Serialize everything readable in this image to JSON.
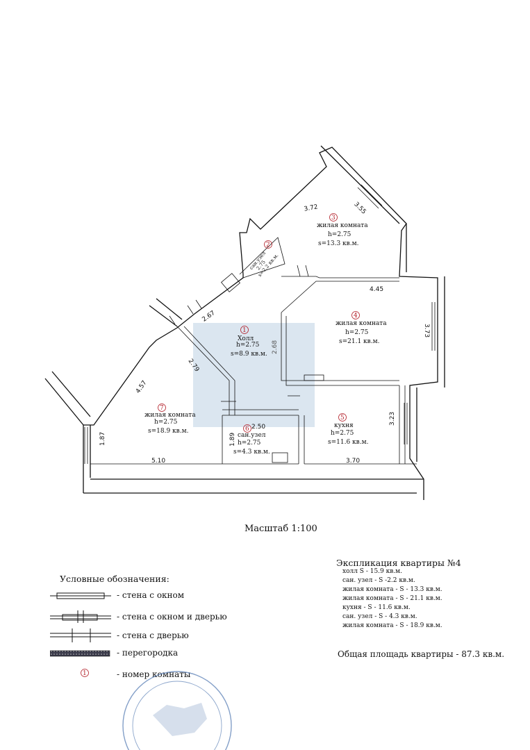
{
  "plan": {
    "dimensions": [
      "3.72",
      "3.55",
      "4.45",
      "3.73",
      "2.67",
      "2.68",
      "2.79",
      "4.57",
      "1.87",
      "5.10",
      "3.23",
      "3.70",
      "1.89",
      "2.50"
    ],
    "rooms": [
      {
        "num": "1",
        "name": "Холл",
        "h": "h=2.75",
        "s": "s=8.9 кв.м."
      },
      {
        "num": "2",
        "name": "сан.узел",
        "h": "2.75",
        "s": "s=2.2 кв.м."
      },
      {
        "num": "3",
        "name": "жилая комната",
        "h": "h=2.75",
        "s": "s=13.3 кв.м."
      },
      {
        "num": "4",
        "name": "жилая комната",
        "h": "h=2.75",
        "s": "s=21.1 кв.м."
      },
      {
        "num": "5",
        "name": "кухня",
        "h": "h=2.75",
        "s": "s=11.6 кв.м."
      },
      {
        "num": "6",
        "name": "сан.узел",
        "h": "h=2.75",
        "s": "s=4.3 кв.м."
      },
      {
        "num": "7",
        "name": "жилая комната",
        "h": "h=2.75",
        "s": "s=18.9 кв.м."
      }
    ]
  },
  "scale": "Масштаб 1:100",
  "legend": {
    "title": "Условные обозначения:",
    "items": [
      "- стена с окном",
      "- стена с окном и дверью",
      "- стена с дверью",
      "- перегородка",
      "- номер комнаты"
    ],
    "symbol_num": "1"
  },
  "explication": {
    "title": "Экспликация квартиры №4",
    "items": [
      "холл S - 15.9 кв.м.",
      "сан. узел - S -2.2 кв.м.",
      "жилая комната - S - 13.3 кв.м.",
      "жилая комната - S - 21.1 кв.м.",
      "кухня - S - 11.6 кв.м.",
      "сан. узел - S - 4.3 кв.м.",
      "жилая комната - S - 18.9 кв.м."
    ],
    "total": "Общая площадь квартиры -  87.3 кв.м."
  },
  "colors": {
    "room_number": "#b3202a",
    "watermark": "#7ea6c8",
    "stamp": "#5a7fb5"
  }
}
